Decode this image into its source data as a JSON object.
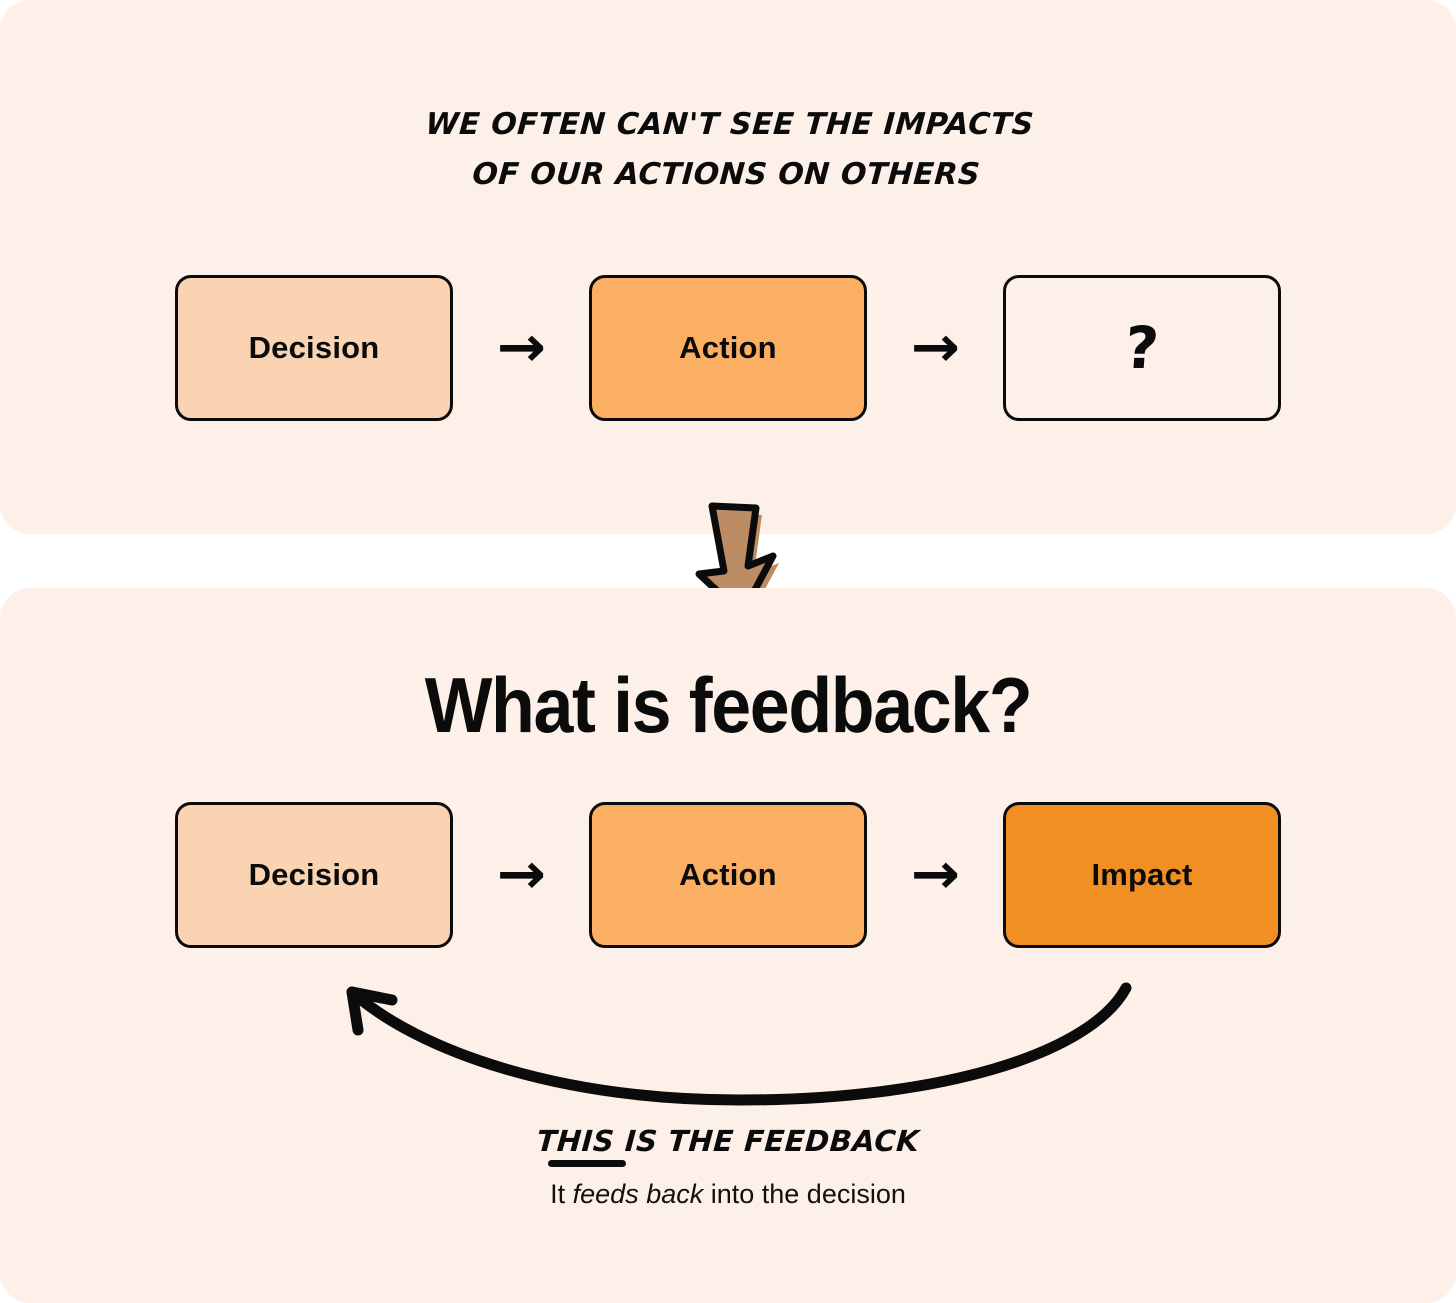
{
  "colors": {
    "page_background": "#ffffff",
    "panel_background": "#fdf0e8",
    "outline": "#0b0b0b",
    "decision_fill": "#fad4b2",
    "action_fill": "#fbaf62",
    "impact_fill": "#f28f22",
    "down_arrow_fill": "#bc8c64"
  },
  "top_panel": {
    "heading": "WE OFTEN CAN'T SEE THE IMPACTS\nOF OUR ACTIONS ON OTHERS",
    "flow": {
      "nodes": [
        {
          "label": "Decision",
          "style": "decision"
        },
        {
          "label": "Action",
          "style": "action"
        },
        {
          "label": "?",
          "style": "unknown"
        }
      ],
      "connector_glyph": "→",
      "connector_icon_name": "right-arrow-icon"
    }
  },
  "transition": {
    "icon_name": "down-arrow-icon"
  },
  "bottom_panel": {
    "title": "What is feedback?",
    "flow": {
      "nodes": [
        {
          "label": "Decision",
          "style": "decision"
        },
        {
          "label": "Action",
          "style": "action"
        },
        {
          "label": "Impact",
          "style": "impact"
        }
      ],
      "connector_glyph": "→",
      "connector_icon_name": "right-arrow-icon"
    },
    "loop": {
      "icon_name": "curved-feedback-arrow-icon",
      "from": "Impact",
      "to": "Decision"
    },
    "caption": "THIS IS THE FEEDBACK",
    "subcaption_parts": {
      "before": "It ",
      "emphasis": "feeds back",
      "after": " into the decision"
    }
  }
}
